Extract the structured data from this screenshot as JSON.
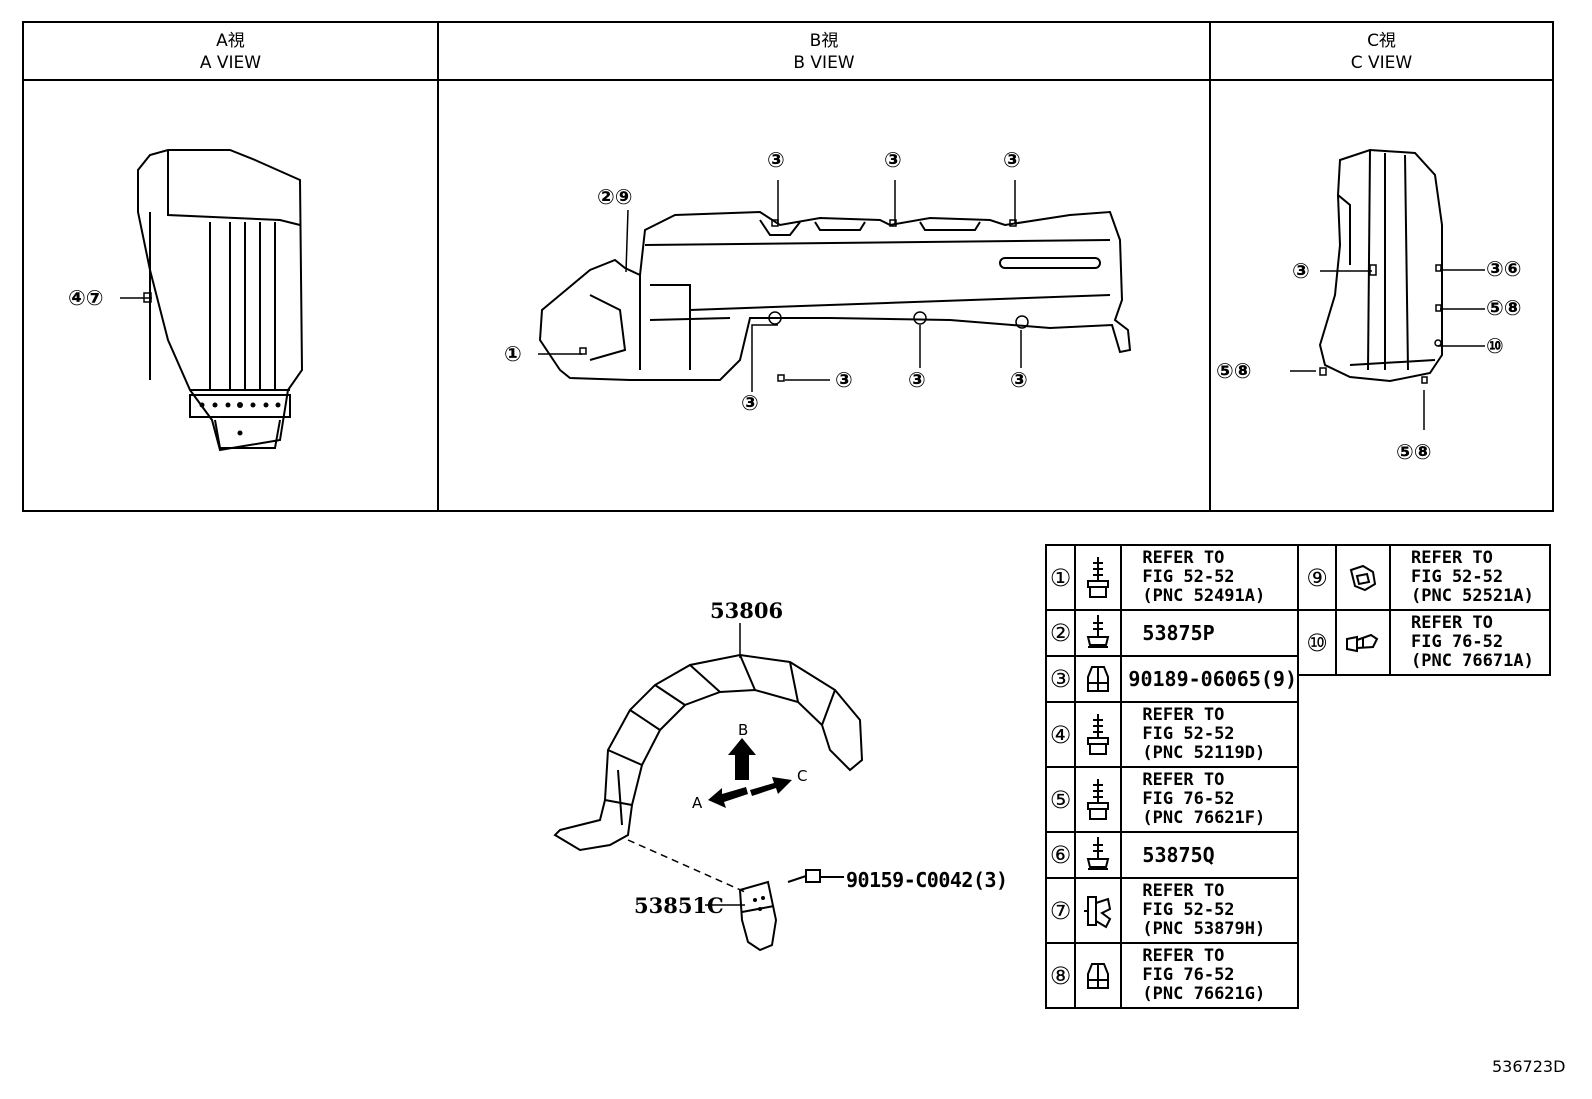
{
  "views": [
    {
      "jp": "A視",
      "en": "A VIEW"
    },
    {
      "jp": "B視",
      "en": "B VIEW"
    },
    {
      "jp": "C視",
      "en": "C VIEW"
    }
  ],
  "callouts": {
    "a_47": "④⑦",
    "b_29": "②⑨",
    "b_1": "①",
    "b_3": "③",
    "c_3": "③",
    "c_36": "③⑥",
    "c_58": "⑤⑧",
    "c_10": "⑩"
  },
  "parts": {
    "liner": "53806",
    "mudguard": "53851C",
    "screw": "90159-C0042(3)",
    "arrow_a": "A",
    "arrow_b": "B",
    "arrow_c": "C"
  },
  "legend_left": [
    {
      "num": "①",
      "lines": [
        "REFER TO",
        "FIG 52-52",
        "(PNC 52491A)"
      ],
      "icon": "bolt-icon"
    },
    {
      "num": "②",
      "lines": [
        "53875P"
      ],
      "icon": "screw-icon"
    },
    {
      "num": "③",
      "lines": [
        "90189-06065(9)"
      ],
      "icon": "nut-icon"
    },
    {
      "num": "④",
      "lines": [
        "REFER TO",
        "FIG 52-52",
        "(PNC 52119D)"
      ],
      "icon": "bolt-icon"
    },
    {
      "num": "⑤",
      "lines": [
        "REFER TO",
        "FIG 76-52",
        "(PNC 76621F)"
      ],
      "icon": "bolt-icon"
    },
    {
      "num": "⑥",
      "lines": [
        "53875Q"
      ],
      "icon": "screw-icon"
    },
    {
      "num": "⑦",
      "lines": [
        "REFER TO",
        "FIG 52-52",
        "(PNC 53879H)"
      ],
      "icon": "clip-icon"
    },
    {
      "num": "⑧",
      "lines": [
        "REFER TO",
        "FIG 76-52",
        "(PNC 76621G)"
      ],
      "icon": "nut-icon"
    }
  ],
  "legend_right": [
    {
      "num": "⑨",
      "lines": [
        "REFER TO",
        "FIG 52-52",
        "(PNC 52521A)"
      ],
      "icon": "clip-icon"
    },
    {
      "num": "⑩",
      "lines": [
        "REFER TO",
        "FIG 76-52",
        "(PNC 76671A)"
      ],
      "icon": "rivet-icon"
    }
  ],
  "figure_id": "536723D"
}
